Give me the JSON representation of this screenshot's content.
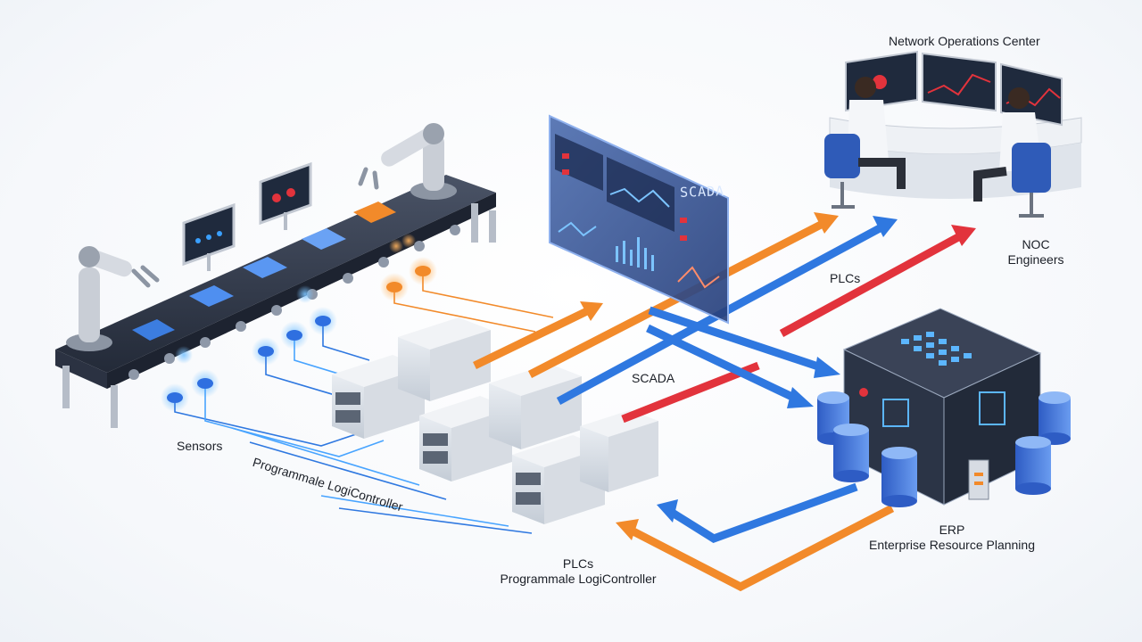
{
  "labels": {
    "noc_title": "Network Operations Center",
    "noc_engineers_line1": "NOC",
    "noc_engineers_line2": "Engineers",
    "plcs_top": "PLCs",
    "scada_mid": "SCADA",
    "sensors": "Sensors",
    "plc_long": "Programmale LogiController",
    "plcs_bottom_line1": "PLCs",
    "plcs_bottom_line2": "Programmale LogiController",
    "erp_line1": "ERP",
    "erp_line2": "Enterprise Resource Planning",
    "scada_screen": "SCADA"
  },
  "colors": {
    "orange": "#f28a2a",
    "blue": "#2f78e0",
    "red": "#e2333c",
    "server_dark": "#2b3446",
    "glow_blue": "#3aa0ff"
  },
  "icons": [
    "robot-arm-icon",
    "conveyor-icon",
    "sensor-icon",
    "monitor-icon",
    "plc-rack-icon",
    "scada-panel-icon",
    "operator-icon",
    "erp-server-icon",
    "database-icon"
  ]
}
